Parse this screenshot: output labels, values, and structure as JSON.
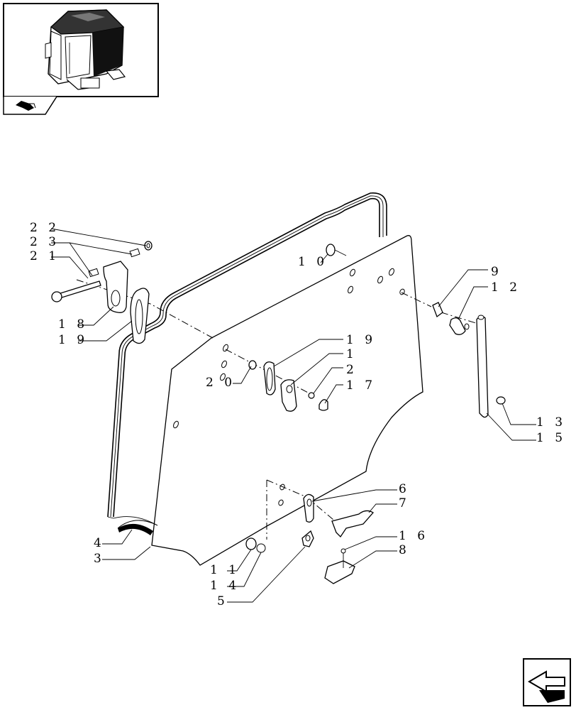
{
  "thumbnail": {
    "icon": "cab-isometric-icon"
  },
  "nav": {
    "back_icon": "arrow-left-icon",
    "next_icon": "next-page-arrow-icon"
  },
  "callouts": [
    {
      "id": "c22",
      "text": "2 2"
    },
    {
      "id": "c23",
      "text": "2 3"
    },
    {
      "id": "c21",
      "text": "2 1"
    },
    {
      "id": "c18",
      "text": "1 8"
    },
    {
      "id": "c19a",
      "text": "1 9"
    },
    {
      "id": "c10",
      "text": "1 0"
    },
    {
      "id": "c9",
      "text": "9"
    },
    {
      "id": "c12",
      "text": "1 2"
    },
    {
      "id": "c19b",
      "text": "1 9"
    },
    {
      "id": "c1",
      "text": "1"
    },
    {
      "id": "c20",
      "text": "2 0"
    },
    {
      "id": "c2",
      "text": "2"
    },
    {
      "id": "c17",
      "text": "1 7"
    },
    {
      "id": "c13",
      "text": "1 3"
    },
    {
      "id": "c15",
      "text": "1 5"
    },
    {
      "id": "c6",
      "text": "6"
    },
    {
      "id": "c7",
      "text": "7"
    },
    {
      "id": "c16",
      "text": "1 6"
    },
    {
      "id": "c8",
      "text": "8"
    },
    {
      "id": "c4",
      "text": "4"
    },
    {
      "id": "c3",
      "text": "3"
    },
    {
      "id": "c11",
      "text": "1 1"
    },
    {
      "id": "c14",
      "text": "1 4"
    },
    {
      "id": "c5",
      "text": "5"
    }
  ]
}
